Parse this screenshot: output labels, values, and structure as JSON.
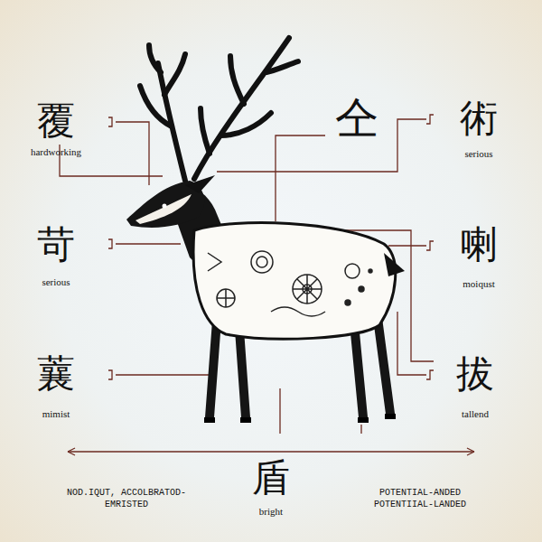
{
  "diagram": {
    "labels": [
      "覆",
      "hardworking",
      "苛",
      "serious",
      "蘘",
      "mimist",
      "仝",
      "術",
      "serious",
      "喇",
      "moiqust",
      "拔",
      "tallend",
      "盾",
      "bright",
      "NOD.IQUT, ACCOLBRATOD-EMRISTED",
      "POTENTIAL-ANDED POTENTIIAL-LANDED"
    ]
  }
}
